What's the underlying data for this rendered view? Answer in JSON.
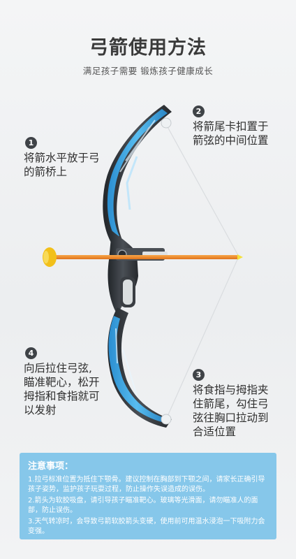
{
  "header": {
    "title": "弓箭使用方法",
    "subtitle": "满足孩子需要 锻炼孩子健康成长"
  },
  "steps": [
    {
      "num": "1",
      "text_lines": [
        "将箭水平放于弓",
        "的箭桥上"
      ]
    },
    {
      "num": "2",
      "text_lines": [
        "将箭尾卡扣置于",
        "箭弦的中间位置"
      ]
    },
    {
      "num": "3",
      "text_lines": [
        "将食指与拇指夹",
        "住箭尾，勾住弓",
        "弦往胸口拉动到",
        "合适位置"
      ]
    },
    {
      "num": "4",
      "text_lines": [
        "向后拉住弓弦,",
        "瞄准靶心，松开",
        "拇指和食指就可",
        "以发射"
      ]
    }
  ],
  "notice": {
    "title": "注意事项：",
    "items": [
      "1.拉弓标准位置为抵住下颚骨。建议控制在胸部到下颚之间，请家长正确引导孩子姿势，监护孩子玩耍过程，防止操作失误造成的误伤。",
      "2.箭头为软胶吸盘，请引导孩子瞄准靶心。玻璃等光滑面，请勿瞄准人的面部，防止误伤。",
      "3.天气转凉时，会导致弓箭软胶箭头变硬，使用前可用温水浸泡一下吸附力会变强。"
    ]
  },
  "colors": {
    "limb_blue": "#3fa9e0",
    "limb_dark": "#2d3136",
    "arrow_orange": "#f0892a",
    "notice_bg": "#86c7ea"
  }
}
